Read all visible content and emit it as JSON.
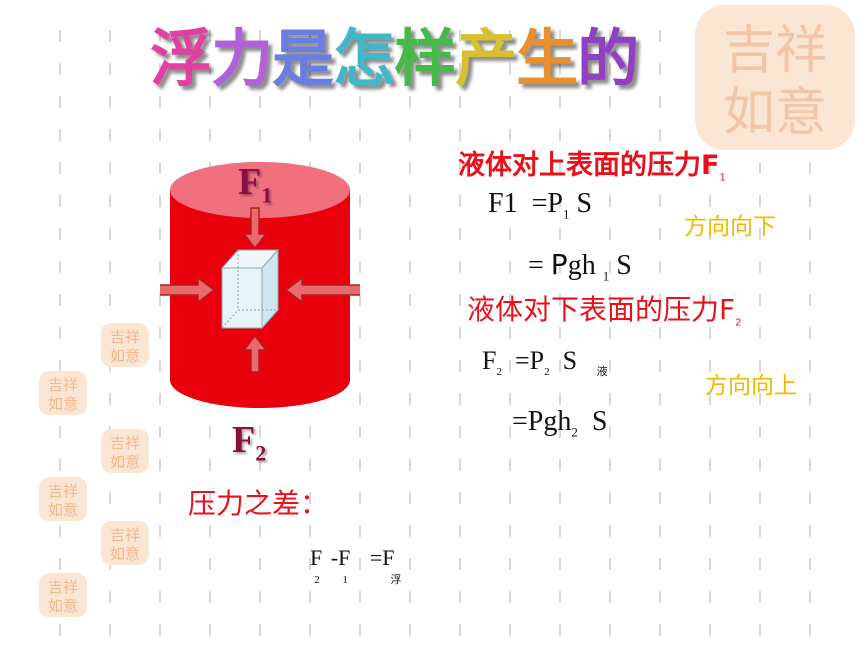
{
  "title": {
    "chars": [
      {
        "ch": "浮",
        "color": "#e040a0"
      },
      {
        "ch": "力",
        "color": "#b060d8"
      },
      {
        "ch": "是",
        "color": "#6a7de0"
      },
      {
        "ch": "怎",
        "color": "#40b8c8"
      },
      {
        "ch": "样",
        "color": "#48b848"
      },
      {
        "ch": "产",
        "color": "#d8c030"
      },
      {
        "ch": "生",
        "color": "#e89030"
      },
      {
        "ch": "的",
        "color": "#9040c0"
      }
    ]
  },
  "diagram": {
    "label_top": "F",
    "label_top_sub": "1",
    "label_bottom": "F",
    "label_bottom_sub": "2",
    "cylinder_color": "#e8000c",
    "cylinder_top_color": "#f07080"
  },
  "upper": {
    "heading": "液体对上表面的压力F",
    "heading_sub": "1",
    "eq1_lhs": "F1",
    "eq1_rhs": "=P",
    "eq1_sub": "1",
    "eq1_tail": "S",
    "eq2_prefix": "= ",
    "eq2_P": "P",
    "eq2_mid": "gh",
    "eq2_sub": "1",
    "eq2_tail": "S",
    "direction": "方向向下"
  },
  "lower": {
    "heading": "液体对下表面的压力F",
    "heading_sub": "2",
    "eq1_F": "F",
    "eq1_Fsub": "2",
    "eq1_rhs": "=P",
    "eq1_sub": "2",
    "eq1_tail": "S",
    "eq1_note": "液",
    "eq2": "=Pgh",
    "eq2_sub": "2",
    "eq2_tail": "S",
    "direction": "方向向上"
  },
  "difference": {
    "label": "压力之差：",
    "F_a": "F",
    "F_a_sub": "2",
    "minus": "-F",
    "F_b_sub": "1",
    "equals": "=F",
    "buoy_sub": "浮"
  },
  "stamps": {
    "text1": "吉祥",
    "text2": "如意"
  }
}
